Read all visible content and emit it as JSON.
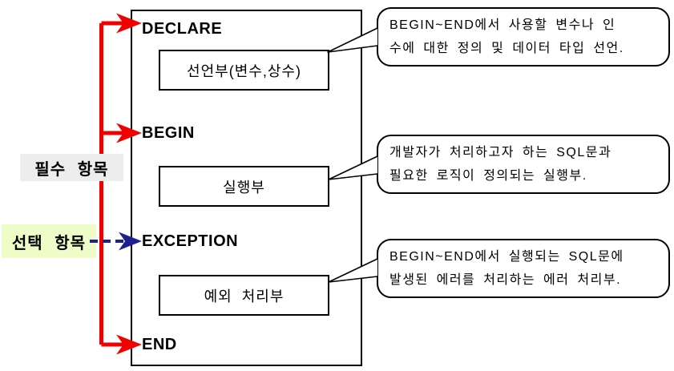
{
  "diagram": {
    "block": {
      "keywords": [
        {
          "label": "DECLARE"
        },
        {
          "label": "BEGIN"
        },
        {
          "label": "EXCEPTION"
        },
        {
          "label": "END"
        }
      ],
      "sections": [
        {
          "label": "선언부(변수,상수)"
        },
        {
          "label": "실행부"
        },
        {
          "label": "예외 처리부"
        }
      ]
    },
    "legend": {
      "required": {
        "label": "필수 항목",
        "bg": "#ededed",
        "arrow_color": "#f20000",
        "arrow_style": "solid"
      },
      "optional": {
        "label": "선택 항목",
        "bg": "#eefcc8",
        "arrow_color": "#1f1f8f",
        "arrow_style": "dashed"
      }
    },
    "callouts": [
      {
        "line1": "BEGIN~END에서 사용할 변수나 인",
        "line2": "수에 대한 정의 및 데이터 타입 선언."
      },
      {
        "line1": "개발자가 처리하고자 하는 SQL문과",
        "line2": "필요한 로직이 정의되는 실행부."
      },
      {
        "line1": "BEGIN~END에서 실행되는 SQL문에",
        "line2": "발생된 에러를 처리하는 에러 처리부."
      }
    ]
  }
}
